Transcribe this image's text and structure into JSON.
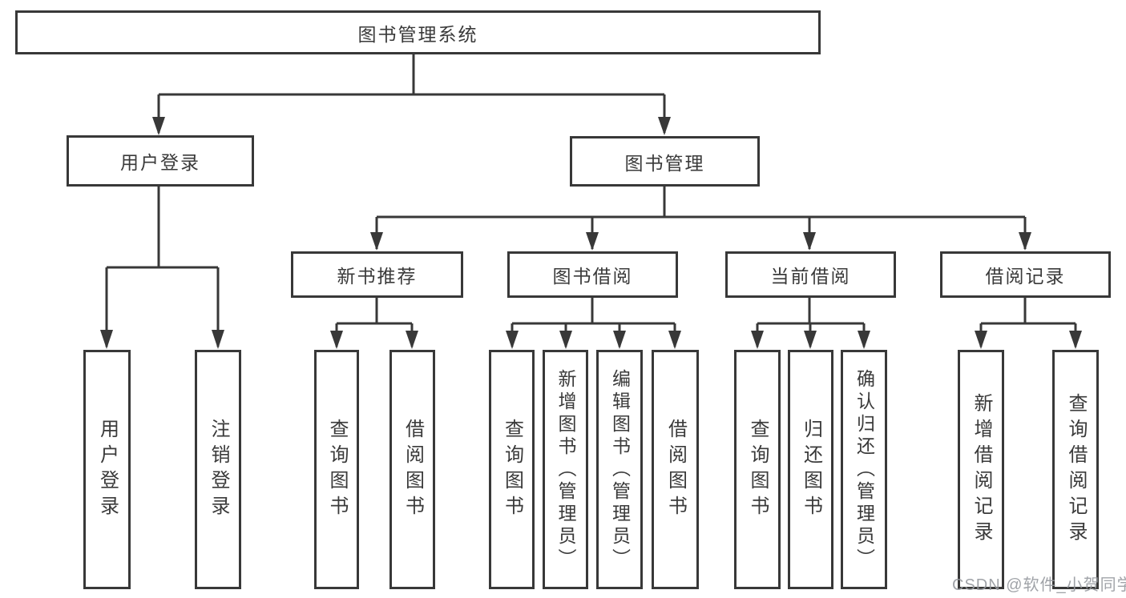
{
  "tree": {
    "root": {
      "label": "图书管理系统",
      "children": [
        {
          "label": "用户登录",
          "children": [
            {
              "label": "用户登录"
            },
            {
              "label": "注销登录"
            }
          ]
        },
        {
          "label": "图书管理",
          "children": [
            {
              "label": "新书推荐",
              "children": [
                {
                  "label": "查询图书"
                },
                {
                  "label": "借阅图书"
                }
              ]
            },
            {
              "label": "图书借阅",
              "children": [
                {
                  "label": "查询图书"
                },
                {
                  "label": "新增图书（管理员）"
                },
                {
                  "label": "编辑图书（管理员）"
                },
                {
                  "label": "借阅图书"
                }
              ]
            },
            {
              "label": "当前借阅",
              "children": [
                {
                  "label": "查询图书"
                },
                {
                  "label": "归还图书"
                },
                {
                  "label": "确认归还（管理员）"
                }
              ]
            },
            {
              "label": "借阅记录",
              "children": [
                {
                  "label": "新增借阅记录"
                },
                {
                  "label": "查询借阅记录"
                }
              ]
            }
          ]
        }
      ]
    }
  },
  "watermark": {
    "text": "CSDN @软件_小贺同学"
  },
  "colors": {
    "line": "#383838",
    "box_border": "#383838",
    "text": "#3a3a3a",
    "background": "#ffffff",
    "watermark": "#96999e"
  }
}
